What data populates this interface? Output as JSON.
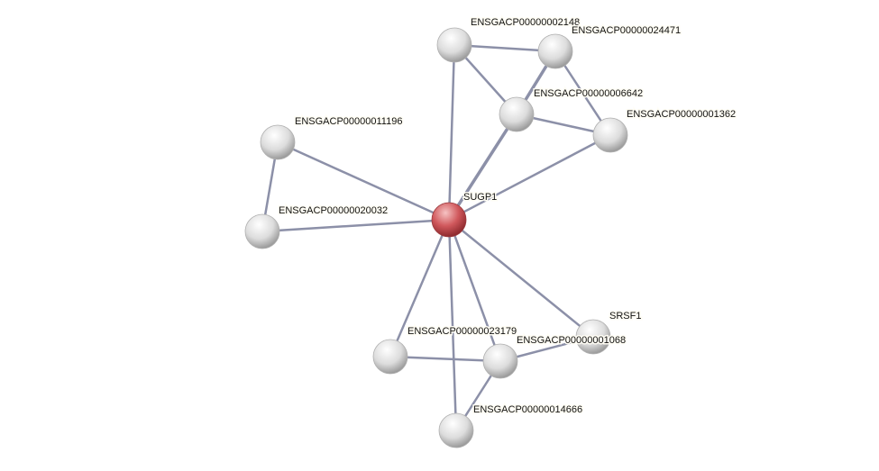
{
  "network": {
    "nodes": [
      {
        "id": "sugp1",
        "label": "SUGP1",
        "query": true
      },
      {
        "id": "n2148",
        "label": "ENSGACP00000002148"
      },
      {
        "id": "n24471",
        "label": "ENSGACP00000024471"
      },
      {
        "id": "n6642",
        "label": "ENSGACP00000006642"
      },
      {
        "id": "n1362",
        "label": "ENSGACP00000001362"
      },
      {
        "id": "n11196",
        "label": "ENSGACP00000011196"
      },
      {
        "id": "n20032",
        "label": "ENSGACP00000020032"
      },
      {
        "id": "srsf1",
        "label": "SRSF1"
      },
      {
        "id": "n23179",
        "label": "ENSGACP00000023179"
      },
      {
        "id": "n1068",
        "label": "ENSGACP00000001068"
      },
      {
        "id": "n14666",
        "label": "ENSGACP00000014666"
      }
    ],
    "edges": [
      [
        "n2148",
        "n24471"
      ],
      [
        "n2148",
        "n6642"
      ],
      [
        "n2148",
        "sugp1"
      ],
      [
        "n24471",
        "n6642"
      ],
      [
        "n24471",
        "n1362"
      ],
      [
        "n6642",
        "n1362"
      ],
      [
        "n6642",
        "sugp1"
      ],
      [
        "n1362",
        "sugp1"
      ],
      [
        "n11196",
        "n20032"
      ],
      [
        "n11196",
        "sugp1"
      ],
      [
        "n20032",
        "sugp1"
      ],
      [
        "sugp1",
        "n23179"
      ],
      [
        "sugp1",
        "n1068"
      ],
      [
        "sugp1",
        "n14666"
      ],
      [
        "sugp1",
        "srsf1"
      ],
      [
        "n23179",
        "n1068"
      ],
      [
        "n1068",
        "srsf1"
      ],
      [
        "n1068",
        "n14666"
      ]
    ],
    "colors": {
      "query_node": "#c8474c",
      "node": "#d8d8d8",
      "edge": "#8c90a8"
    }
  }
}
